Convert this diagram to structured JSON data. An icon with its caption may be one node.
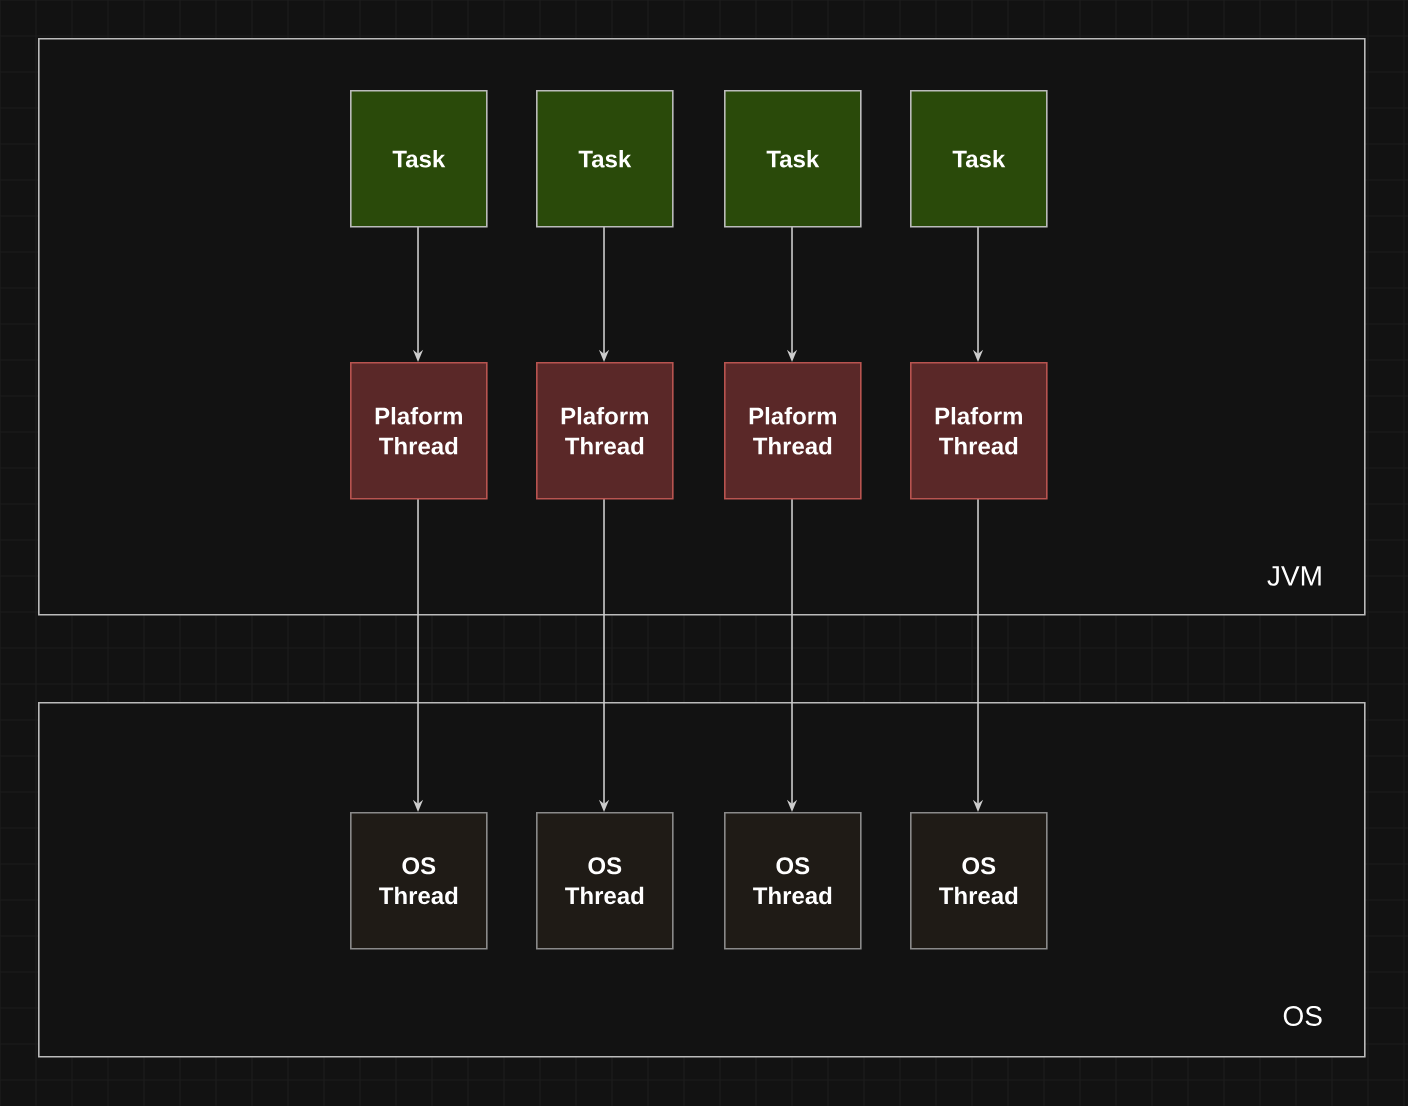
{
  "diagram": {
    "nodes": [
      {
        "text": [
          "JVM"
        ]
      },
      {
        "text": [
          "Task"
        ],
        "in": 0
      },
      {
        "text": [
          "Task"
        ],
        "in": 0
      },
      {
        "text": [
          "Task"
        ],
        "in": 0
      },
      {
        "text": [
          "Task"
        ],
        "in": 0
      },
      {
        "text": [
          "Plaform Thread"
        ],
        "in": 0
      },
      {
        "text": [
          "Plaform Thread"
        ],
        "in": 0
      },
      {
        "text": [
          "Plaform Thread"
        ],
        "in": 0
      },
      {
        "text": [
          "Plaform Thread"
        ],
        "in": 0
      },
      {
        "text": [
          "OS"
        ]
      },
      {
        "text": [
          "OS Thread"
        ],
        "in": 9
      },
      {
        "text": [
          "OS Thread"
        ],
        "in": 9
      },
      {
        "text": [
          "OS Thread"
        ],
        "in": 9
      },
      {
        "text": [
          "OS Thread"
        ],
        "in": 9
      }
    ],
    "edges": [
      {
        "from": 1,
        "to": 5,
        "arrow": "to"
      },
      {
        "from": 2,
        "to": 6,
        "arrow": "to"
      },
      {
        "from": 3,
        "to": 7,
        "arrow": "to"
      },
      {
        "from": 4,
        "to": 8,
        "arrow": "to"
      },
      {
        "from": 5,
        "to": 10,
        "arrow": "to"
      },
      {
        "from": 6,
        "to": 11,
        "arrow": "to"
      },
      {
        "from": 7,
        "to": 12,
        "arrow": "to"
      },
      {
        "from": 8,
        "to": 13,
        "arrow": "to"
      }
    ]
  }
}
